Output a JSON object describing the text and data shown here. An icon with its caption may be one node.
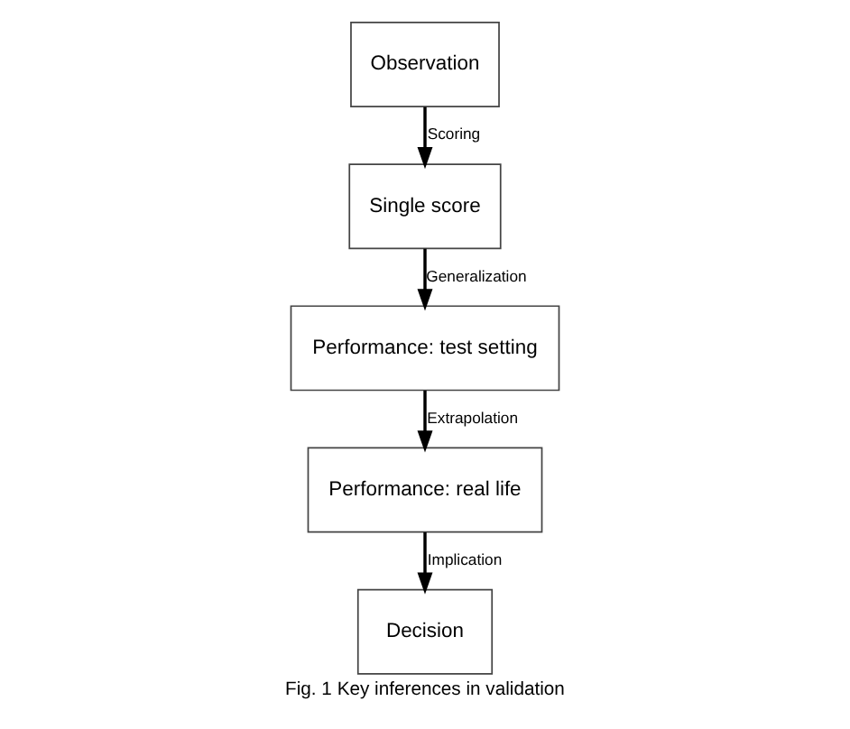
{
  "diagram": {
    "caption": "Fig. 1 Key inferences in validation",
    "nodes": [
      {
        "text": [
          "Observation"
        ]
      },
      {
        "text": [
          "Single score"
        ]
      },
      {
        "text": [
          "Performance: test setting"
        ]
      },
      {
        "text": [
          "Performance: real life"
        ]
      },
      {
        "text": [
          "Decision"
        ]
      }
    ],
    "edges": [
      {
        "from": 0,
        "to": 1,
        "arrow": "to",
        "label": "Scoring"
      },
      {
        "from": 1,
        "to": 2,
        "arrow": "to",
        "label": "Generalization"
      },
      {
        "from": 2,
        "to": 3,
        "arrow": "to",
        "label": "Extrapolation"
      },
      {
        "from": 3,
        "to": 4,
        "arrow": "to",
        "label": "Implication"
      }
    ]
  }
}
